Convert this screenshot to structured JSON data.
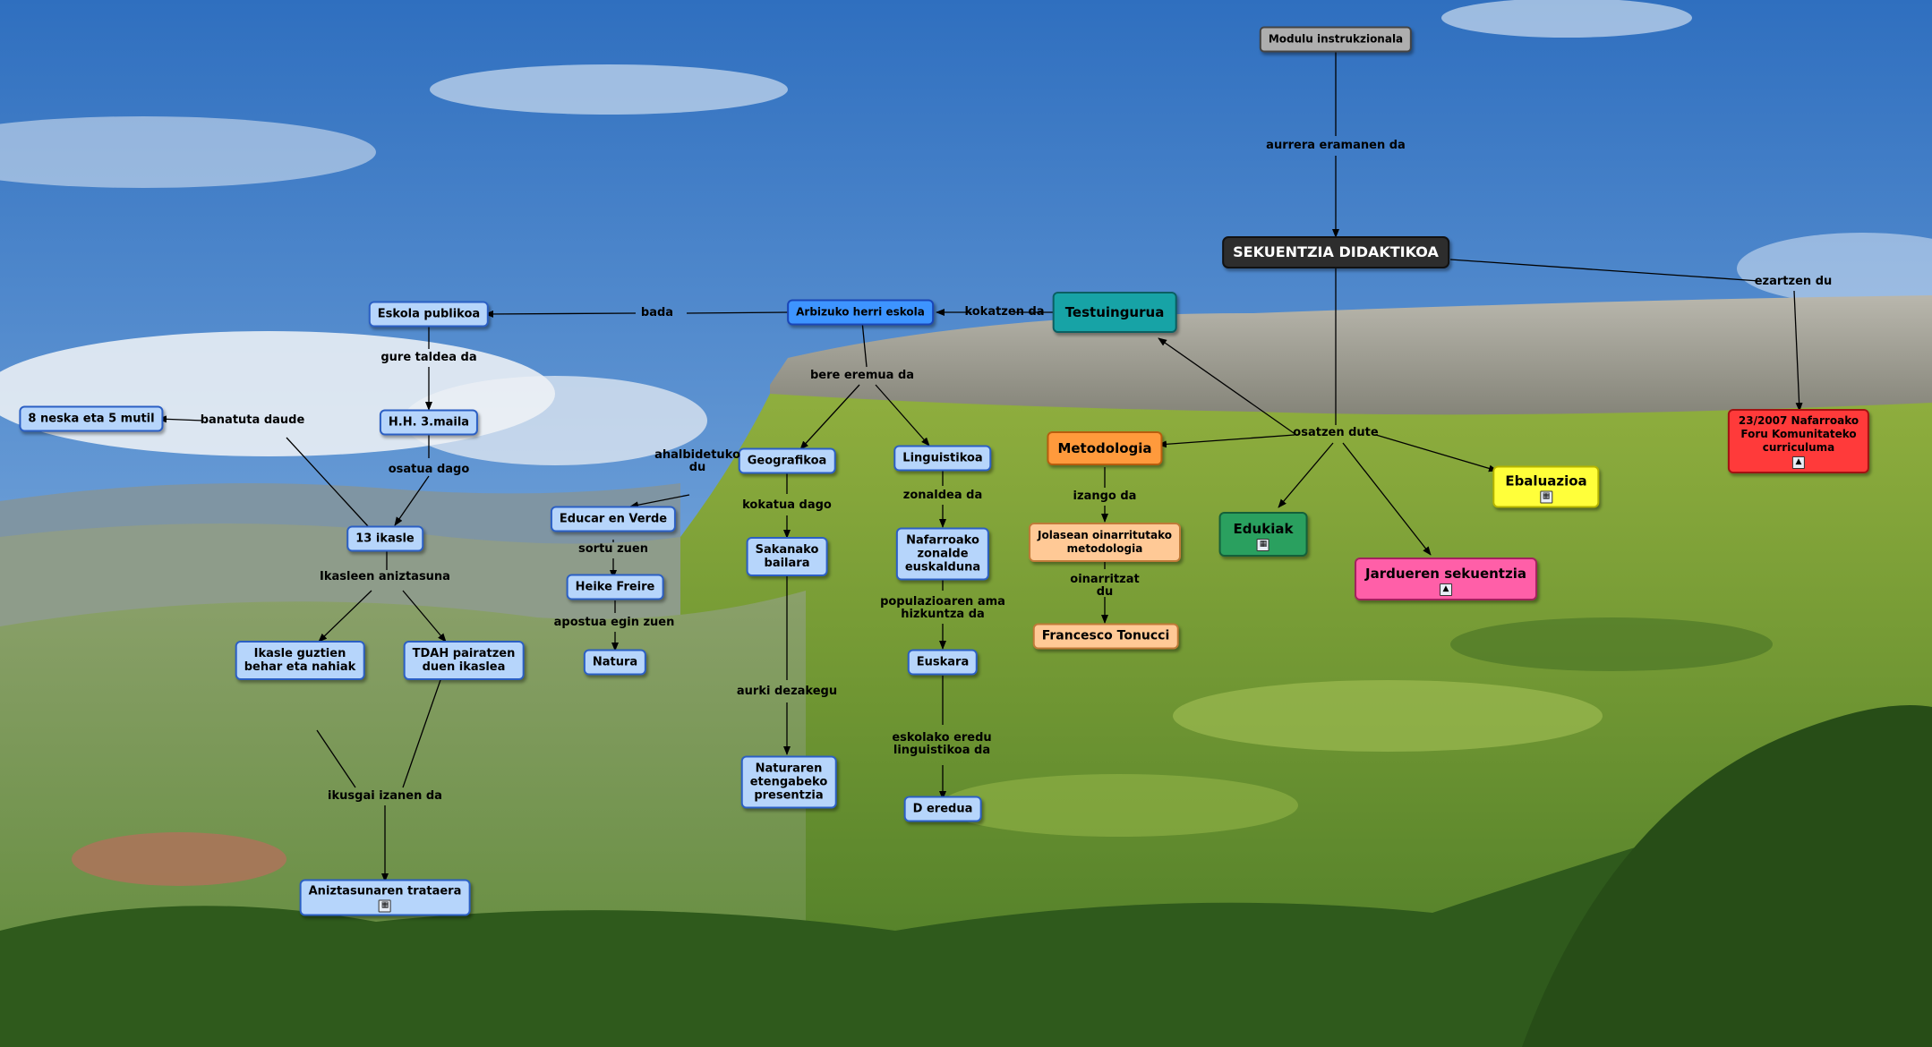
{
  "nodes": {
    "modulu": {
      "text": "Modulu instrukzionala"
    },
    "sekuentzia": {
      "text": "SEKUENTZIA DIDAKTIKOA"
    },
    "testuingurua": {
      "text": "Testuingurua"
    },
    "arbizuko": {
      "text": "Arbizuko herri eskola"
    },
    "eskola_publikoa": {
      "text": "Eskola publikoa"
    },
    "hh3": {
      "text": "H.H. 3.maila"
    },
    "neska": {
      "text": "8 neska eta 5 mutil"
    },
    "ikasle13": {
      "text": "13 ikasle"
    },
    "ikasle_guztien": {
      "text": "Ikasle guztien\nbehar eta nahiak"
    },
    "tdah": {
      "text": "TDAH pairatzen\nduen ikaslea"
    },
    "aniztasunaren": {
      "text": "Aniztasunaren trataera"
    },
    "geografikoa": {
      "text": "Geografikoa"
    },
    "linguistikoa": {
      "text": "Linguistikoa"
    },
    "educar": {
      "text": "Educar en Verde"
    },
    "heike": {
      "text": "Heike Freire"
    },
    "natura": {
      "text": "Natura"
    },
    "sakanako": {
      "text": "Sakanako\nbailara"
    },
    "naturaren": {
      "text": "Naturaren\netengabeko\npresentzia"
    },
    "nafarroako": {
      "text": "Nafarroako\nzonalde\neuskalduna"
    },
    "euskara": {
      "text": "Euskara"
    },
    "d_eredua": {
      "text": "D eredua"
    },
    "metodologia": {
      "text": "Metodologia"
    },
    "jolasean": {
      "text": "Jolasean oinarritutako\nmetodologia"
    },
    "tonucci": {
      "text": "Francesco Tonucci"
    },
    "edukiak": {
      "text": "Edukiak"
    },
    "ebaluazioa": {
      "text": "Ebaluazioa"
    },
    "jardueren": {
      "text": "Jardueren sekuentzia"
    },
    "foru": {
      "text": "23/2007 Nafarroako\nForu Komunitateko\ncurriculuma"
    }
  },
  "labels": {
    "aurrera": "aurrera eramanen da",
    "ezartzen": "ezartzen du",
    "osatzen": "osatzen dute",
    "kokatzen": "kokatzen da",
    "bada": "bada",
    "gure_taldea": "gure taldea da",
    "osatua": "osatua dago",
    "banatuta": "banatuta daude",
    "ikasleen": "Ikasleen aniztasuna",
    "ikusgai": "ikusgai izanen da",
    "bere_eremua": "bere eremua da",
    "ahalbidetuko": "ahalbidetuko\ndu",
    "sortu": "sortu zuen",
    "apostua": "apostua egin zuen",
    "kokatua": "kokatua dago",
    "aurki": "aurki dezakegu",
    "zonaldea": "zonaldea da",
    "populazioaren": "populazioaren ama\nhizkuntza da",
    "eskolako": "eskolako eredu\nlinguistikoa da",
    "izango": "izango da",
    "oinarritzat": "oinarritzat\ndu"
  },
  "colors": {
    "light_blue": "#b6d5fb",
    "medium_blue": "#3d94ff",
    "dark": "#2d2d2d",
    "grey": "#aeaeae",
    "teal": "#17a3a6",
    "orange": "#ff9a3c",
    "peach": "#ffc996",
    "green": "#2aa05f",
    "yellow": "#ffff3a",
    "pink": "#ff5fa8",
    "red": "#ff3a3a"
  }
}
